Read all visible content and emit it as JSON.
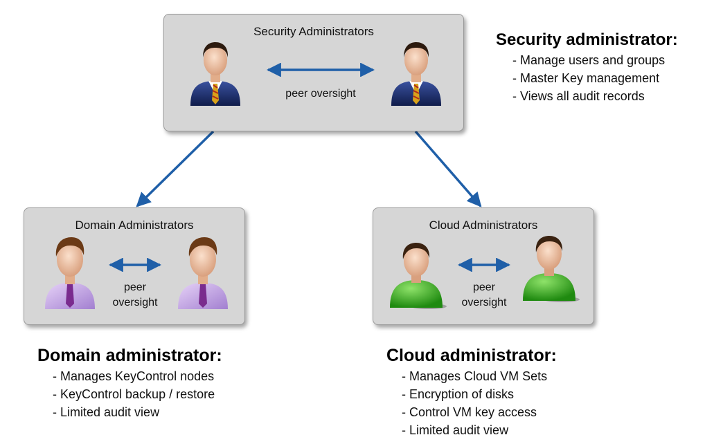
{
  "groups": {
    "security": {
      "title": "Security Administrators",
      "peer_label": "peer oversight"
    },
    "domain": {
      "title": "Domain Administrators",
      "peer_label_1": "peer",
      "peer_label_2": "oversight"
    },
    "cloud": {
      "title": "Cloud Administrators",
      "peer_label_1": "peer",
      "peer_label_2": "oversight"
    }
  },
  "roles": {
    "security": {
      "heading": "Security administrator:",
      "items": [
        "- Manage users and groups",
        "- Master Key management",
        "- Views all audit records"
      ]
    },
    "domain": {
      "heading": "Domain administrator:",
      "items": [
        "- Manages KeyControl nodes",
        "- KeyControl backup / restore",
        "- Limited audit view"
      ]
    },
    "cloud": {
      "heading": "Cloud administrator:",
      "items": [
        "- Manages Cloud VM Sets",
        "- Encryption of disks",
        "- Control VM key access",
        "- Limited audit view"
      ]
    }
  },
  "icons": {
    "security_person": "businessman-icon",
    "domain_person": "office-worker-icon",
    "cloud_person": "user-icon",
    "peer_arrow": "double-arrow-icon",
    "delegation_arrow": "arrow-icon"
  },
  "colors": {
    "arrow": "#1f5fa8",
    "box_fill": "#d6d6d6",
    "suit": "#1c2f6e",
    "shirt_lilac": "#c8a4e6",
    "shirt_green": "#33aa22",
    "skin": "#f2c6a8",
    "hair_dark": "#4a2a12"
  }
}
